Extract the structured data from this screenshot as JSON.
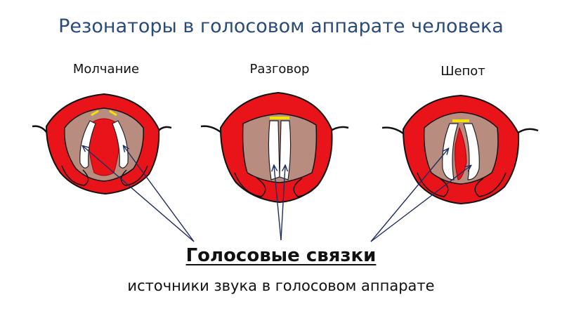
{
  "title": "Резонаторы в голосовом аппарате человека",
  "panels": [
    {
      "label": "Молчание",
      "state": "open"
    },
    {
      "label": "Разговор",
      "state": "closed"
    },
    {
      "label": "Шепот",
      "state": "partial"
    }
  ],
  "main_label": "Голосовые связки",
  "sub_label": "источники звука в голосовом аппарате",
  "colors": {
    "title": "#2a4a7a",
    "lips": "#e8141a",
    "lip_dark": "#a8000c",
    "throat": "#b98c80",
    "cords": "#ffffff",
    "arrows": "#1f2f5e",
    "yellow": "#f2e200"
  }
}
